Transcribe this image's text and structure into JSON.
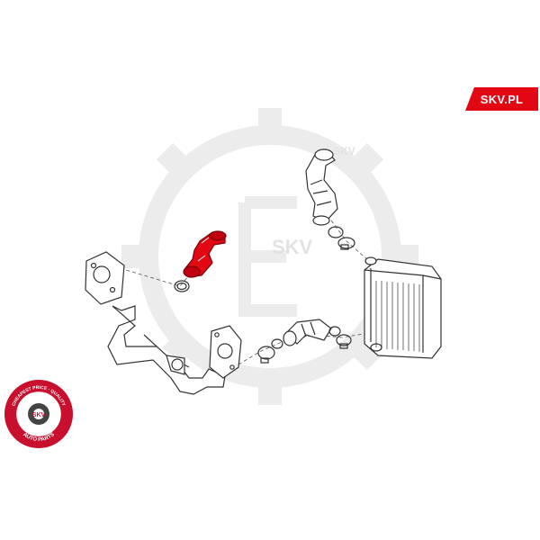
{
  "brand": {
    "tag": "SKV.PL",
    "watermark": "SKV",
    "badge_top_text": "CHEAPEST PRICE · QUALITY",
    "badge_center": "SKV",
    "badge_bottom_text": "AUTO PARTS"
  },
  "colors": {
    "highlight": "#e30613",
    "line": "#333333",
    "watermark": "#ececec",
    "badge": "#c8102e"
  },
  "parts": [
    "egr-cooler-pipe",
    "highlighted-turbo-hose",
    "upper-intercooler-hose",
    "lower-intercooler-hose",
    "intercooler",
    "hose-clamps",
    "o-rings"
  ]
}
